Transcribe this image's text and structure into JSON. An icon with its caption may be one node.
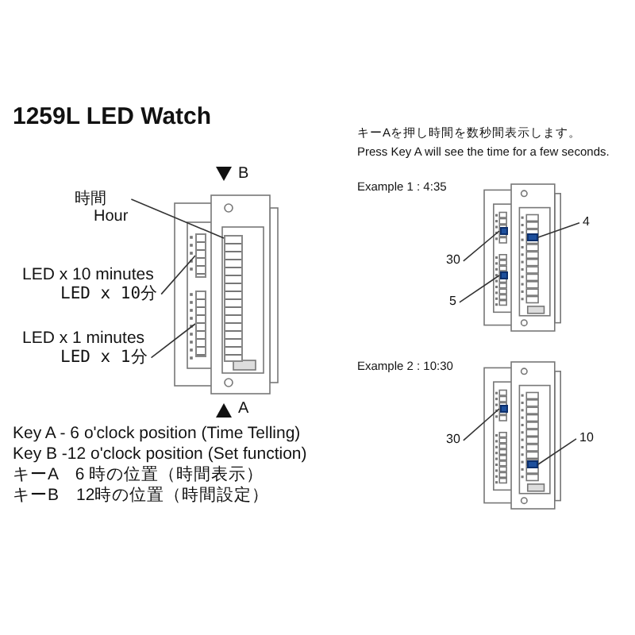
{
  "diagram": {
    "title": "1259L LED Watch",
    "nodes": [
      {
        "text": [
          "時間",
          "Hour"
        ]
      },
      {
        "text": [],
        "shape": "bar"
      },
      {
        "text": [
          "LED x 10 minutes",
          "LED x 10分"
        ]
      },
      {
        "text": [],
        "shape": "bar"
      },
      {
        "text": [
          "LED x 1 minutes",
          "LED x 1分"
        ]
      },
      {
        "text": [],
        "shape": "bar"
      },
      {
        "text": [
          "30"
        ]
      },
      {
        "text": [],
        "shape": "box"
      },
      {
        "text": [
          "5"
        ]
      },
      {
        "text": [],
        "shape": "box"
      },
      {
        "text": [
          "4"
        ]
      },
      {
        "text": [],
        "shape": "box"
      },
      {
        "text": [
          "30"
        ]
      },
      {
        "text": [],
        "shape": "box"
      },
      {
        "text": [
          "10"
        ]
      },
      {
        "text": [],
        "shape": "box"
      }
    ],
    "edges": [
      {
        "from": 0,
        "to": 1,
        "arrow": "none"
      },
      {
        "from": 2,
        "to": 3,
        "arrow": "none"
      },
      {
        "from": 4,
        "to": 5,
        "arrow": "none"
      },
      {
        "from": 6,
        "to": 7,
        "arrow": "none"
      },
      {
        "from": 8,
        "to": 9,
        "arrow": "none"
      },
      {
        "from": 10,
        "to": 11,
        "arrow": "none"
      },
      {
        "from": 12,
        "to": 13,
        "arrow": "none"
      },
      {
        "from": 14,
        "to": 15,
        "arrow": "none"
      }
    ],
    "labels": [
      "B",
      "A",
      "Key A - 6  o'clock position (Time Telling)",
      "Key B -12 o'clock position (Set function)",
      "キーA　6 時の位置（時間表示）",
      "キーB　12時の位置（時間設定）",
      "キーAを押し時間を数秒間表示します。",
      "Press Key A will see the time for a few seconds.",
      "Example 1 :  4:35",
      "Example 2 :  10:30"
    ]
  }
}
